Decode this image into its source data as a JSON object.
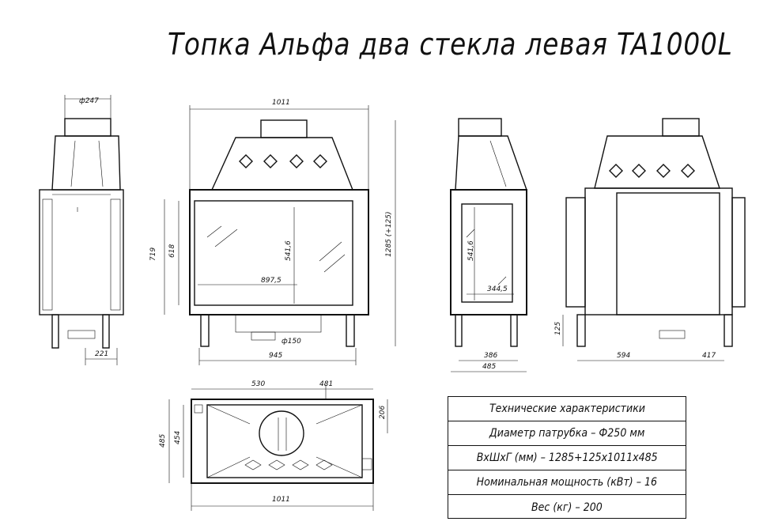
{
  "title": "Топка Альфа два стекла левая TA1000L",
  "dimensions": {
    "side_left_diameter": "ф247",
    "side_left_depth": "221",
    "front_width_top": "1011",
    "front_height_719": "719",
    "front_height_618": "618",
    "front_glass_width": "897,5",
    "front_glass_height": "541,6",
    "front_total_height": "1285 (+125)",
    "front_pipe_diameter": "ф150",
    "front_bottom_width": "945",
    "right_glass_height": "541,6",
    "right_glass_width": "344,5",
    "right_depth_386": "386",
    "right_depth_485": "485",
    "back_leg_height": "125",
    "back_width_594": "594",
    "back_width_417": "417",
    "top_530": "530",
    "top_481": "481",
    "top_206": "206",
    "top_485": "485",
    "top_454": "454",
    "top_1011": "1011"
  },
  "specs": {
    "header": "Технические характеристики",
    "rows": [
      "Диаметр патрубка – Ф250 мм",
      "ВхШхГ (мм) – 1285+125x1011x485",
      "Номинальная мощность (кВт) – 16",
      "Вес (кг) – 200"
    ]
  }
}
